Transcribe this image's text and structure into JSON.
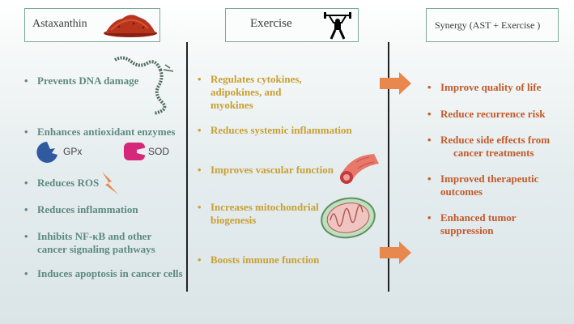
{
  "headers": {
    "ast": "Astaxanthin",
    "exercise": "Exercise",
    "synergy": "Synergy (AST + Exercise )"
  },
  "ast_items": [
    "Prevents DNA damage",
    "Enhances antioxidant enzymes",
    "Reduces ROS",
    "Reduces inflammation",
    "Inhibits NF-κB and other cancer signaling pathways",
    "Induces apoptosis in cancer cells"
  ],
  "enzymes": [
    "GPx",
    "SOD"
  ],
  "exercise_items": [
    "Regulates cytokines, adipokines, and myokines",
    "Reduces systemic inflammation",
    "Improves vascular function",
    "Increases mitochondrial biogenesis",
    "Boosts immune function"
  ],
  "synergy_items": [
    "Improve quality of life",
    "Reduce recurrence risk",
    "Reduce side effects from",
    "cancer treatments",
    "Improved therapeutic outcomes",
    "Enhanced tumor suppression"
  ],
  "colors": {
    "ast_text": "#5d8a80",
    "exercise_text": "#c9a032",
    "synergy_text": "#c25a2a",
    "arrow": "#e8874e"
  },
  "icons": [
    "astaxanthin-powder-icon",
    "weightlifter-icon",
    "dna-helix-icon",
    "enzyme-gpx-icon",
    "enzyme-sod-icon",
    "lightning-icon",
    "blood-vessel-icon",
    "mitochondrion-icon",
    "arrow-right-icon"
  ]
}
